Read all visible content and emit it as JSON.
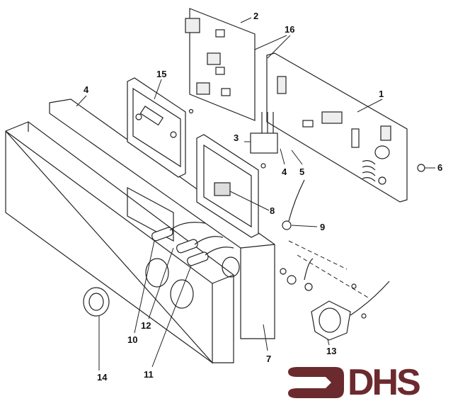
{
  "title": "Exploded parts diagram - control panel assembly",
  "callouts": [
    {
      "id": "c1",
      "text": "1"
    },
    {
      "id": "c2",
      "text": "2"
    },
    {
      "id": "c16",
      "text": "16"
    },
    {
      "id": "c15",
      "text": "15"
    },
    {
      "id": "c4a",
      "text": "4"
    },
    {
      "id": "c3",
      "text": "3"
    },
    {
      "id": "c4b",
      "text": "4"
    },
    {
      "id": "c5",
      "text": "5"
    },
    {
      "id": "c6",
      "text": "6"
    },
    {
      "id": "c8",
      "text": "8"
    },
    {
      "id": "c9",
      "text": "9"
    },
    {
      "id": "c10",
      "text": "10"
    },
    {
      "id": "c12",
      "text": "12"
    },
    {
      "id": "c11",
      "text": "11"
    },
    {
      "id": "c14",
      "text": "14"
    },
    {
      "id": "c7",
      "text": "7"
    },
    {
      "id": "c13",
      "text": "13"
    }
  ],
  "logo": {
    "text": "DHS",
    "color": "#6b2a2e"
  }
}
